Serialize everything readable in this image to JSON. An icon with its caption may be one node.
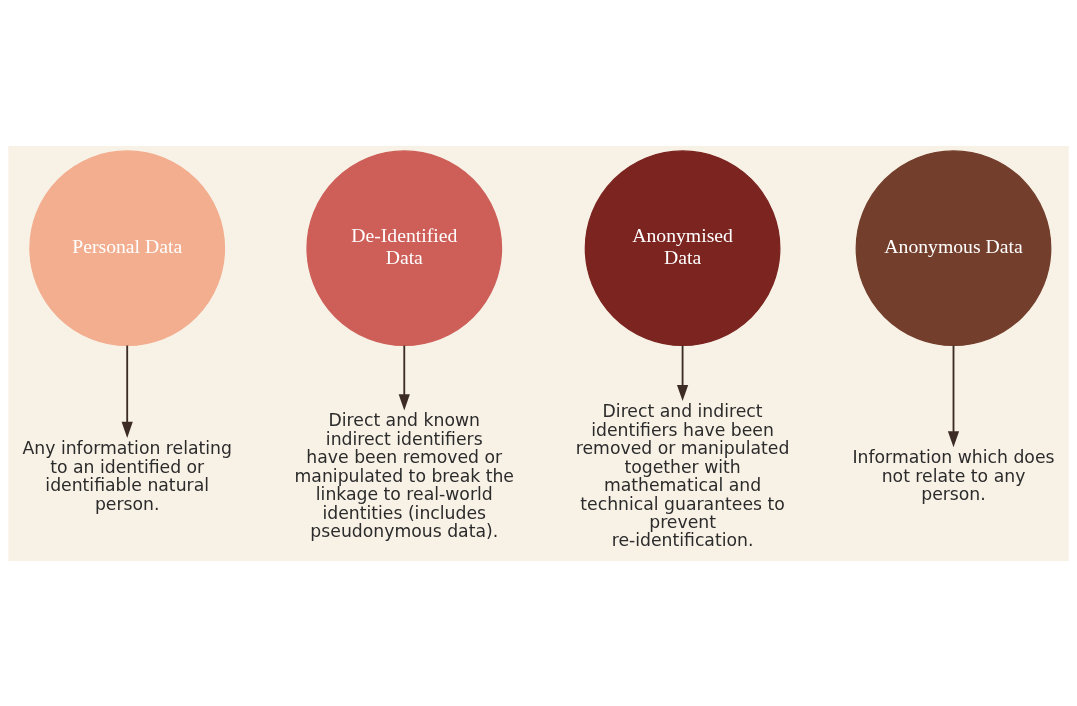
{
  "diagram": {
    "nodes": [
      {
        "text": [
          "Personal Data"
        ]
      },
      {
        "text": [
          "De-Identified Data"
        ]
      },
      {
        "text": [
          "Anonymised Data"
        ]
      },
      {
        "text": [
          "Anonymous Data"
        ]
      },
      {
        "text": [
          "Any information relating to an identified or identifiable natural person."
        ]
      },
      {
        "text": [
          "Direct and known indirect identifiers have been removed or manipulated to break the linkage to real-world identities (includes pseudonymous data)."
        ]
      },
      {
        "text": [
          "Direct and indirect identifiers have been removed or manipulated together with mathematical and technical guarantees to prevent re-identification."
        ]
      },
      {
        "text": [
          "Information which does not relate to any  person."
        ]
      }
    ],
    "edges": [
      {
        "from": 0,
        "to": 4,
        "arrow": "to"
      },
      {
        "from": 1,
        "to": 5,
        "arrow": "to"
      },
      {
        "from": 2,
        "to": 6,
        "arrow": "to"
      },
      {
        "from": 3,
        "to": 7,
        "arrow": "to"
      }
    ]
  }
}
